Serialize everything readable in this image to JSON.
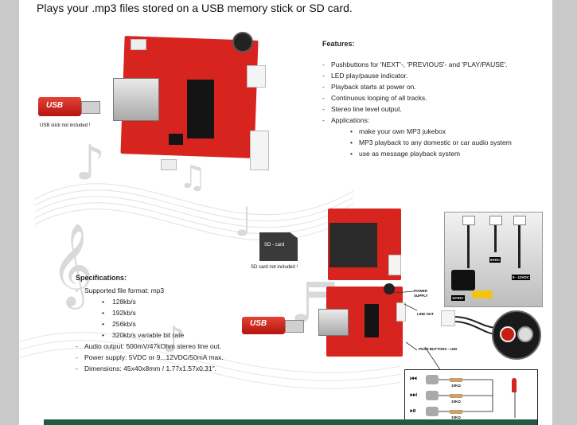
{
  "title": "Plays your .mp3 files stored on a USB memory stick or SD card.",
  "features": {
    "heading": "Features:",
    "items": [
      "Pushbuttons for 'NEXT'-, 'PREVIOUS'- and 'PLAY/PAUSE'.",
      "LED play/pause indicator.",
      "Playback starts at power on.",
      "Continuous looping of all tracks.",
      "Stereo line level output.",
      "Applications:"
    ],
    "applications": [
      "make your own MP3 jukebox",
      "MP3 playback to any domestic or car audio system",
      "use as message playback system"
    ]
  },
  "specifications": {
    "heading": "Specifications:",
    "format_label": "Supported file format: mp3",
    "bitrates": [
      "128kb/s",
      "192kb/s",
      "256kb/s",
      "320kb/s variable bit rate"
    ],
    "items": [
      "Audio output: 500mV/47kOhm stereo line out.",
      "Power supply: 5VDC or 9...12VDC/50mA max.",
      "Dimensions: 45x40x8mm / 1.77x1.57x0.31\"."
    ]
  },
  "captions": {
    "usb_top": "USB stick not included !",
    "sd_card_label": "SD - card",
    "sd_card": "SD card not included !",
    "usb_brand": "USB",
    "power_supply": "POWER SUPPLY",
    "line_out": "LINE OUT",
    "push_buttons": "PUSH BUTTONS - LED",
    "v5": "5VDC",
    "v12": "12VDC",
    "v9_12": "9 - 12VDC",
    "r1": "10KΩ",
    "r2": "10KΩ",
    "r3": "10KΩ"
  },
  "colors": {
    "pcb": "#d8241e",
    "footer_bar": "#1f5a45",
    "usb_stick": "#c8201a"
  }
}
